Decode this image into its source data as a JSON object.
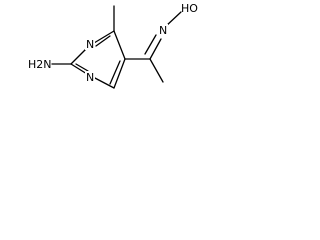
{
  "molecule": {
    "atoms": {
      "n_top": "N",
      "n_bottom": "N",
      "amine": "H2N",
      "oxime_n": "N",
      "oxime_oh": "HO"
    }
  }
}
